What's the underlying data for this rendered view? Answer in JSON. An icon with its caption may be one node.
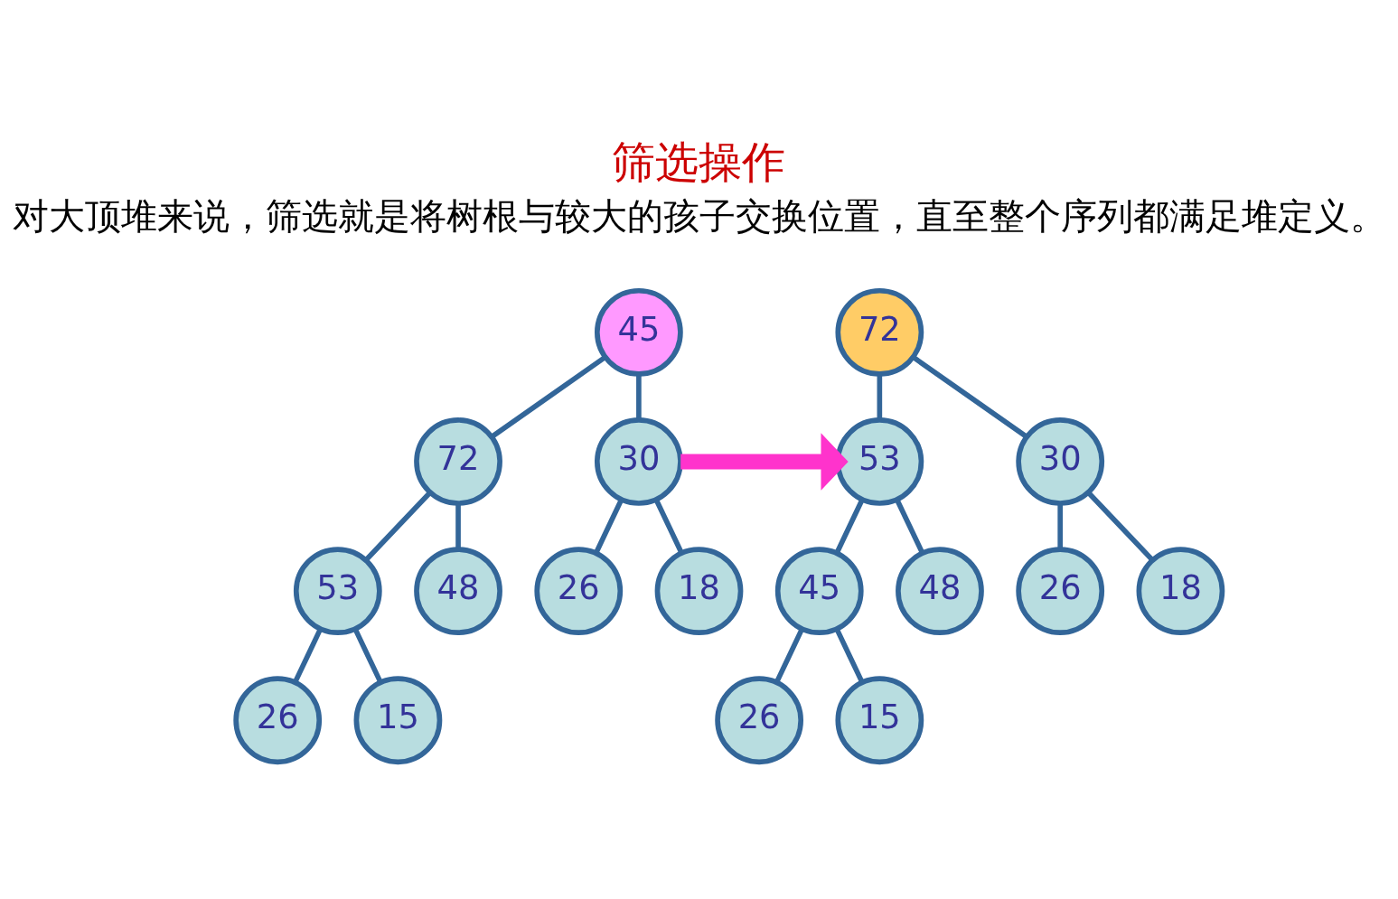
{
  "diagram": {
    "title": "筛选操作",
    "nodes": [
      {
        "text": [
          "45"
        ]
      },
      {
        "text": [
          "72"
        ]
      },
      {
        "text": [
          "30"
        ]
      },
      {
        "text": [
          "53"
        ]
      },
      {
        "text": [
          "48"
        ]
      },
      {
        "text": [
          "26"
        ]
      },
      {
        "text": [
          "18"
        ]
      },
      {
        "text": [
          "26"
        ]
      },
      {
        "text": [
          "15"
        ]
      },
      {
        "text": [
          "72"
        ]
      },
      {
        "text": [
          "53"
        ]
      },
      {
        "text": [
          "30"
        ]
      },
      {
        "text": [
          "45"
        ]
      },
      {
        "text": [
          "48"
        ]
      },
      {
        "text": [
          "26"
        ]
      },
      {
        "text": [
          "18"
        ]
      },
      {
        "text": [
          "26"
        ]
      },
      {
        "text": [
          "15"
        ]
      }
    ],
    "edges": [
      {
        "from": 0,
        "to": 1,
        "arrow": "none"
      },
      {
        "from": 0,
        "to": 2,
        "arrow": "none"
      },
      {
        "from": 1,
        "to": 3,
        "arrow": "none"
      },
      {
        "from": 1,
        "to": 4,
        "arrow": "none"
      },
      {
        "from": 2,
        "to": 5,
        "arrow": "none"
      },
      {
        "from": 2,
        "to": 6,
        "arrow": "none"
      },
      {
        "from": 3,
        "to": 7,
        "arrow": "none"
      },
      {
        "from": 3,
        "to": 8,
        "arrow": "none"
      },
      {
        "from": 9,
        "to": 10,
        "arrow": "none"
      },
      {
        "from": 9,
        "to": 11,
        "arrow": "none"
      },
      {
        "from": 10,
        "to": 12,
        "arrow": "none"
      },
      {
        "from": 10,
        "to": 13,
        "arrow": "none"
      },
      {
        "from": 11,
        "to": 14,
        "arrow": "none"
      },
      {
        "from": 11,
        "to": 15,
        "arrow": "none"
      },
      {
        "from": 12,
        "to": 16,
        "arrow": "none"
      },
      {
        "from": 12,
        "to": 17,
        "arrow": "none"
      },
      {
        "from": 2,
        "to": 10,
        "arrow": "to",
        "style": "thick",
        "color": "#ff33cc"
      }
    ],
    "labels": [
      "对大顶堆来说，筛选就是将树根与较大的孩子交换位置，直至整个序列都满足堆定义。"
    ]
  }
}
